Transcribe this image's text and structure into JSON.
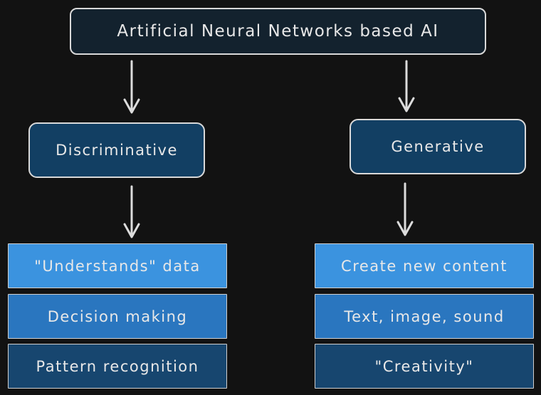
{
  "diagram": {
    "root": "Artificial Neural Networks based AI",
    "left": {
      "title": "Discriminative",
      "items": [
        "\"Understands\" data",
        "Decision making",
        "Pattern recognition"
      ]
    },
    "right": {
      "title": "Generative",
      "items": [
        "Create new content",
        "Text, image, sound",
        "\"Creativity\""
      ]
    }
  },
  "colors": {
    "background": "#121212",
    "root_fill": "#13222e",
    "category_fill": "#123f63",
    "item_shade_1": "#3b93df",
    "item_shade_2": "#2a76bf",
    "item_shade_3": "#17466f",
    "stroke": "#d9d9d9"
  }
}
